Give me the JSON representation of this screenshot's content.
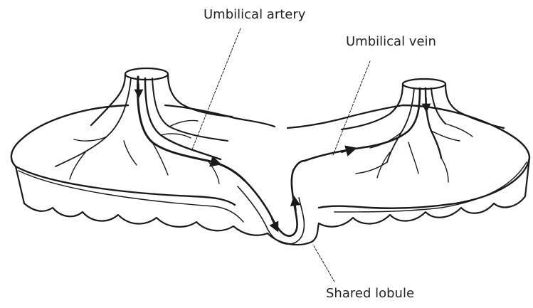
{
  "labels": {
    "umbilical_artery": "Umbilical artery",
    "umbilical_vein": "Umbilical vein",
    "shared_lobule": "Shared lobule"
  }
}
